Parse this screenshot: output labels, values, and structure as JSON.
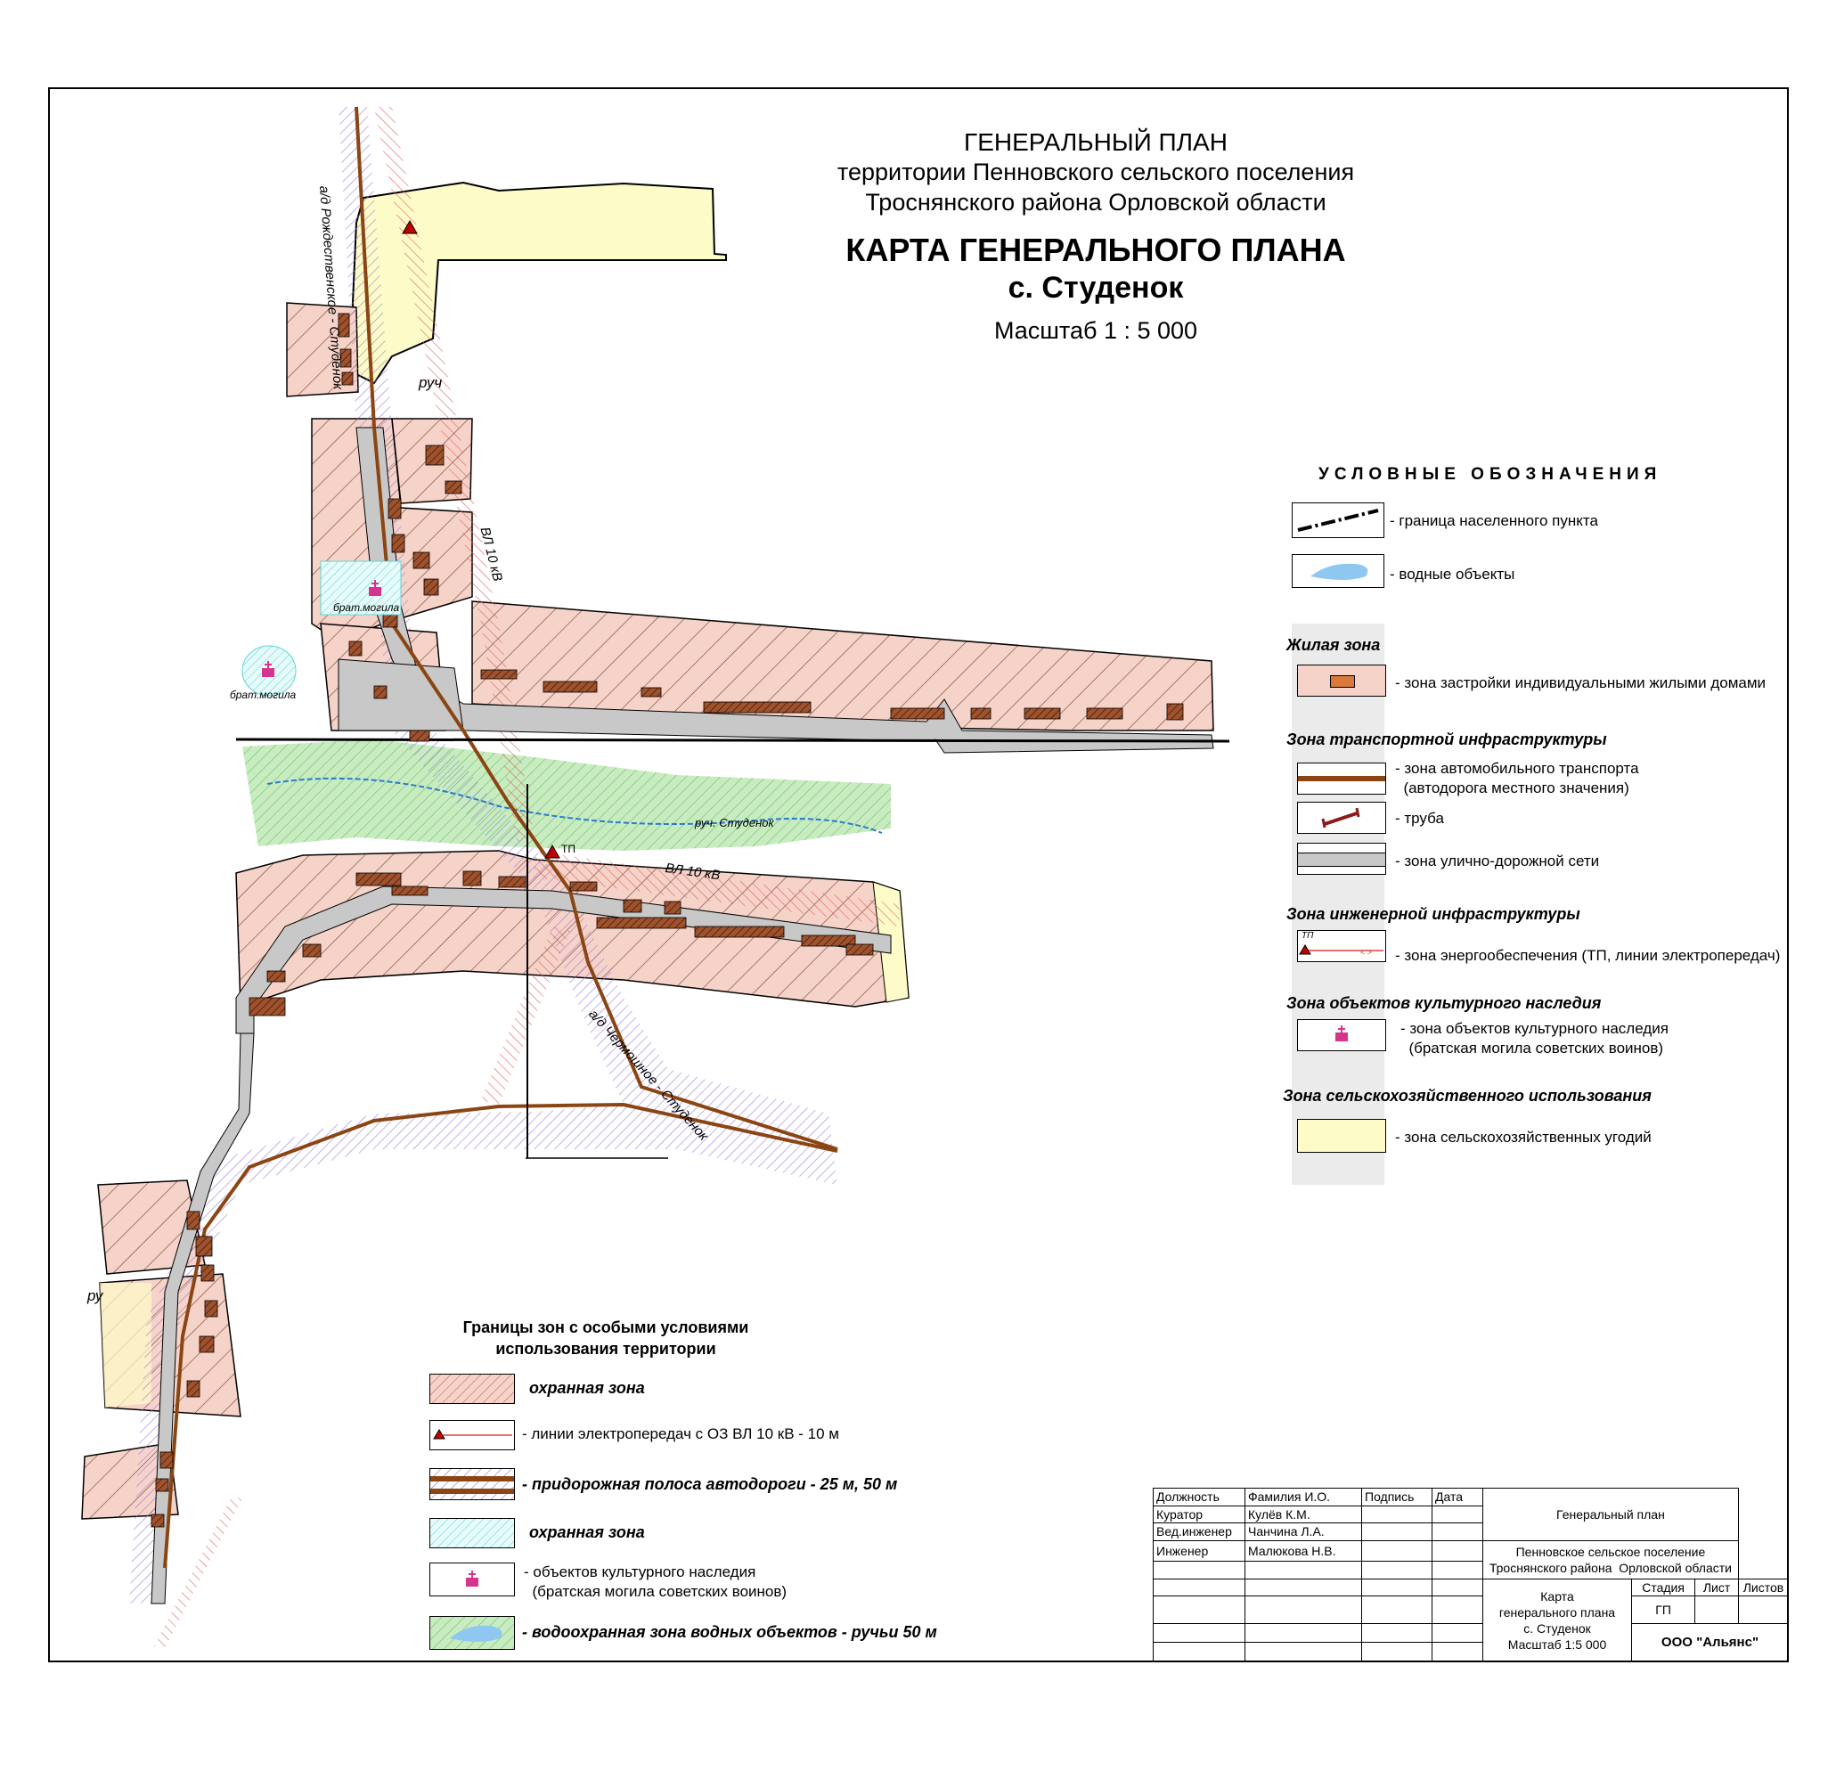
{
  "header": {
    "line1": "ГЕНЕРАЛЬНЫЙ  ПЛАН",
    "line2": "территории Пенновского сельского поселения",
    "line3": "Троснянского  района Орловской области",
    "map_title": "КАРТА ГЕНЕРАЛЬНОГО ПЛАНА",
    "settlement": "с. Студенок",
    "scale": "Масштаб 1 : 5 000"
  },
  "legend": {
    "title": "УСЛОВНЫЕ ОБОЗНАЧЕНИЯ",
    "items": {
      "boundary": "- граница населенного пункта",
      "water": "- водные объекты",
      "residential_cat": "Жилая зона",
      "residential": "- зона застройки индивидуальными жилыми домами",
      "transport_cat": "Зона транспортной инфраструктуры",
      "auto": "- зона автомобильного транспорта\n  (автодорога местного значения)",
      "pipe": "- труба",
      "street": "- зона улично-дорожной сети",
      "engineering_cat": "Зона инженерной инфраструктуры",
      "energy": "- зона энергообеспечения (ТП, линии электропередач)",
      "heritage_cat": "Зона объектов культурного наследия",
      "heritage": "- зона объектов культурного наследия\n  (братская могила советских воинов)",
      "agri_cat": "Зона сельскохозяйственного использования",
      "agri": "- зона сельскохозяйственных угодий",
      "tp_label": "ТП"
    }
  },
  "special_zones": {
    "title": "Границы зон с особыми условиями\nиспользования территории",
    "protect": "охранная зона",
    "power": "- линии электропередач с ОЗ  ВЛ 10 кВ - 10 м",
    "roadside": "- придорожная полоса автодороги  - 25 м, 50 м",
    "protect2": "охранная зона",
    "heritage": "- объектов культурного наследия\n  (братская могила советских воинов)",
    "water": "- водоохранная зона водных объектов - ручьи  50 м"
  },
  "map_labels": {
    "road_north": "а/д Рождественское - Студенок",
    "road_south": "а/д Чермошное - Студенок",
    "vl1": "ВЛ 10 кВ",
    "vl2": "ВЛ 10 кВ",
    "creek": "руч. Студенок",
    "tp": "ТП",
    "grave1": "брат.могила",
    "grave2": "брат.могила",
    "ruch1": "руч",
    "ruch2": "ру"
  },
  "stamp": {
    "h_role": "Должность",
    "h_name": "Фамилия И.О.",
    "h_sign": "Подпись",
    "h_date": "Дата",
    "r1_role": "Куратор",
    "r1_name": "Кулёв К.М.",
    "r2_role": "Вед.инженер",
    "r2_name": "Чанчина Л.А.",
    "r3_role": "Инженер",
    "r3_name": "Малюкова Н.В.",
    "doc": "Генеральный план",
    "org1": "Пенновское сельское поселение\nТроснянского района  Орловской области",
    "sheet_title": "Карта\nгенерального плана\nс. Студенок\nМасштаб 1:5 000",
    "stage_h": "Стадия",
    "list_h": "Лист",
    "lists_h": "Листов",
    "stage": "ГП",
    "company": "ООО \"Альянс\""
  },
  "colors": {
    "residential": "#f6d3c8",
    "house": "#a0522d",
    "street": "#c8c8c8",
    "road": "#8b4513",
    "agri": "#fdfcc8",
    "water_zone": "#c8ecc0",
    "roadside_hatch": "#9370db",
    "power_hatch": "#e06060",
    "water": "#8ec8f0"
  }
}
